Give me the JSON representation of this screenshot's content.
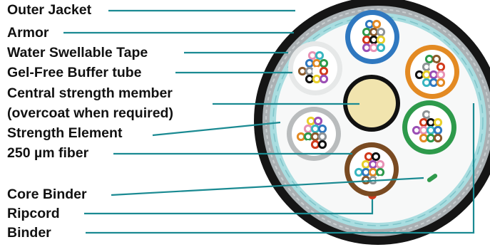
{
  "diagram": {
    "labels": [
      {
        "key": "outer_jacket",
        "text": "Outer Jacket"
      },
      {
        "key": "armor",
        "text": "Armor"
      },
      {
        "key": "water_swellable_tape",
        "text": "Water Swellable Tape"
      },
      {
        "key": "gel_free_buffer_tube",
        "text": "Gel-Free Buffer tube"
      },
      {
        "key": "central_strength_member",
        "text": "Central strength member"
      },
      {
        "key": "overcoat",
        "text": "(overcoat when required)"
      },
      {
        "key": "strength_element",
        "text": "Strength Element"
      },
      {
        "key": "fiber_250",
        "text": "250 µm fiber"
      },
      {
        "key": "core_binder",
        "text": "Core Binder"
      },
      {
        "key": "ripcord",
        "text": "Ripcord"
      },
      {
        "key": "binder",
        "text": "Binder"
      }
    ],
    "colors": {
      "leader_line": "#1a8a92",
      "outer_jacket": "#151515",
      "armor": "#aab0b3",
      "water_swellable_tape": "#a9dde0",
      "core_fill": "#f7f8f8",
      "central_member": "#f1e4ae",
      "ripcord": "#d23a1c",
      "core_binder_marks": "#2f9a4c"
    },
    "buffer_tubes": [
      {
        "color_name": "blue",
        "color": "#2f78c0"
      },
      {
        "color_name": "orange",
        "color": "#e38a23"
      },
      {
        "color_name": "green",
        "color": "#2e9a4b"
      },
      {
        "color_name": "brown",
        "color": "#7a4b22"
      },
      {
        "color_name": "gray",
        "color": "#b9bcbd"
      },
      {
        "color_name": "white",
        "color": "#e6e8e8"
      }
    ],
    "fiber_colors": [
      "#2f78c0",
      "#e38a23",
      "#2e9a4b",
      "#8a5a2b",
      "#8e9396",
      "#ffffff",
      "#d23a1c",
      "#111111",
      "#e8cf2a",
      "#9b4fb5",
      "#e892b5",
      "#39b6c1"
    ]
  }
}
